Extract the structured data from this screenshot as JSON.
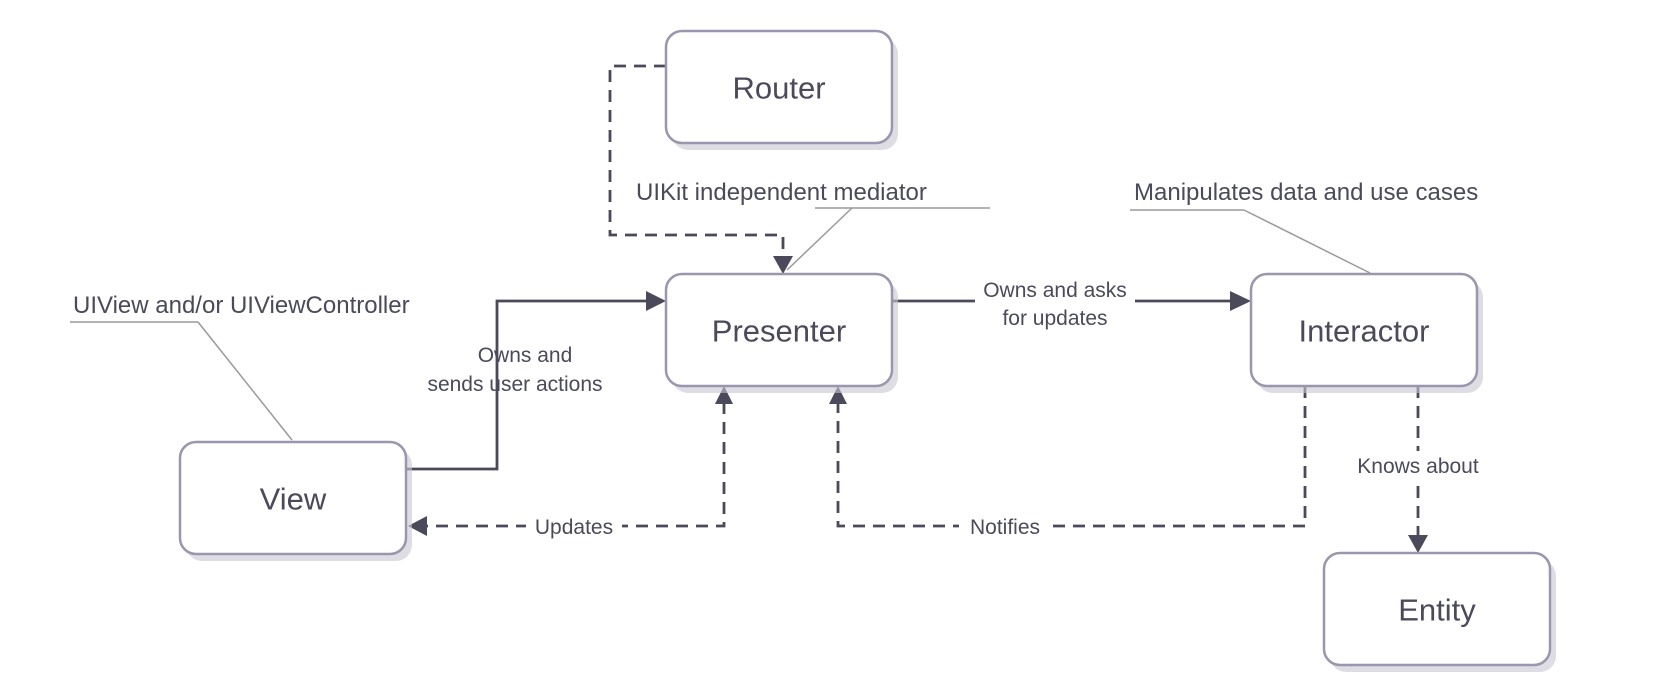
{
  "nodes": {
    "router": "Router",
    "presenter": "Presenter",
    "interactor": "Interactor",
    "view": "View",
    "entity": "Entity"
  },
  "annotations": {
    "view_role": "UIView and/or UIViewController",
    "presenter_role": "UIKit independent mediator",
    "interactor_role": "Manipulates data and use cases"
  },
  "edges": {
    "view_to_presenter_line1": "Owns and",
    "view_to_presenter_line2": "sends user actions",
    "presenter_to_interactor_line1": "Owns and asks",
    "presenter_to_interactor_line2": "for updates",
    "presenter_to_view": "Updates",
    "interactor_to_presenter": "Notifies",
    "interactor_to_entity": "Knows about"
  }
}
